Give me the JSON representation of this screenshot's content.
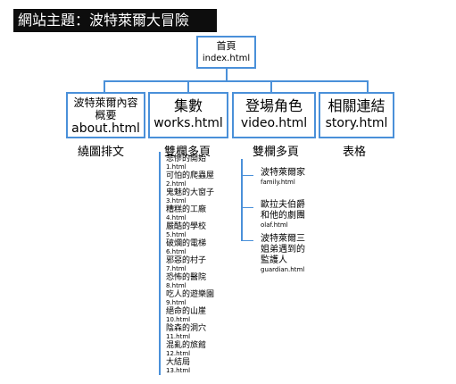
{
  "header": {
    "title": "網站主題：波特萊爾大冒險"
  },
  "home": {
    "title": "首頁",
    "file": "index.html"
  },
  "sections": {
    "about": {
      "title": "波特萊爾內容概要",
      "file": "about.html",
      "caption": "繞圖排文"
    },
    "works": {
      "title": "集數",
      "file": "works.html",
      "caption": "雙欄多頁",
      "items": [
        {
          "title": "悲慘的開始",
          "file": "1.html"
        },
        {
          "title": "可怕的爬蟲屋",
          "file": "2.html"
        },
        {
          "title": "鬼魅的大窗子",
          "file": "3.html"
        },
        {
          "title": "糟糕的工廠",
          "file": "4.html"
        },
        {
          "title": "嚴酷的學校",
          "file": "5.html"
        },
        {
          "title": "破爛的電梯",
          "file": "6.html"
        },
        {
          "title": "邪惡的村子",
          "file": "7.html"
        },
        {
          "title": "恐怖的醫院",
          "file": "8.html"
        },
        {
          "title": "吃人的遊樂園",
          "file": "9.html"
        },
        {
          "title": "絕命的山崖",
          "file": "10.html"
        },
        {
          "title": "陰森的洞穴",
          "file": "11.html"
        },
        {
          "title": "混亂的旅館",
          "file": "12.html"
        },
        {
          "title": "大結局",
          "file": "13.html"
        }
      ]
    },
    "video": {
      "title": "登場角色",
      "file": "video.html",
      "caption": "雙欄多頁",
      "items": [
        {
          "lines": [
            "波特萊爾家"
          ],
          "file": "family.html"
        },
        {
          "lines": [
            "歐拉夫伯爵",
            "和他的劇團"
          ],
          "file": "olaf.html"
        },
        {
          "lines": [
            "波特萊爾三",
            "姐弟遇到的",
            "監護人"
          ],
          "file": "guardian.html"
        }
      ]
    },
    "story": {
      "title": "相關連結",
      "file": "story.html",
      "caption": "表格"
    }
  }
}
